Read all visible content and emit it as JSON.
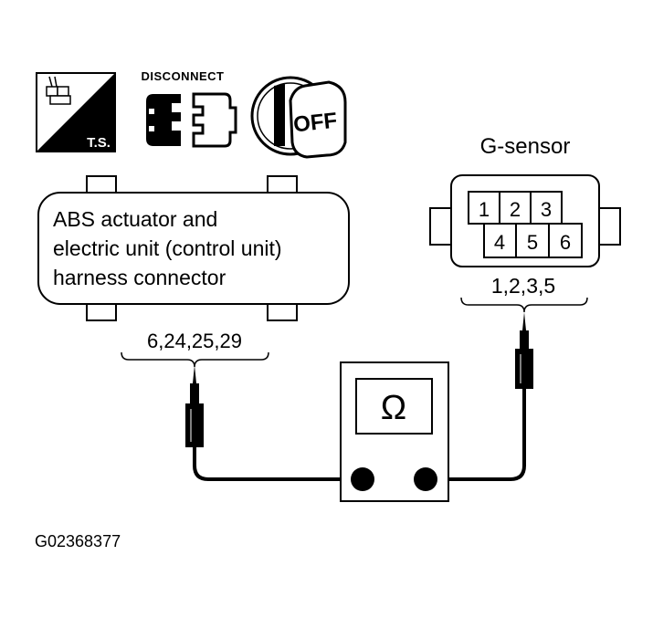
{
  "icons": {
    "ts_label": "T.S.",
    "disconnect_label": "DISCONNECT",
    "off_label": "OFF"
  },
  "abs_unit": {
    "lines": [
      "ABS actuator and",
      "electric unit (control unit)",
      "harness connector"
    ],
    "pins": "6,24,25,29"
  },
  "g_sensor": {
    "title": "G-sensor",
    "pin_numbers": [
      "1",
      "2",
      "3",
      "4",
      "5",
      "6"
    ],
    "pins": "1,2,3,5"
  },
  "ohmmeter": {
    "symbol": "Ω"
  },
  "figure_id": "G02368377"
}
